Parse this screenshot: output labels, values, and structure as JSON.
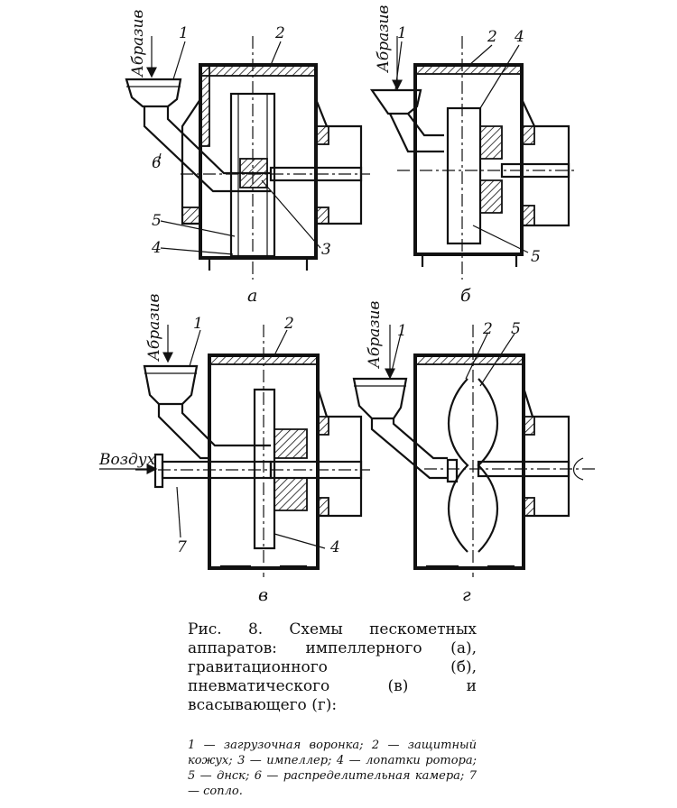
{
  "figure": {
    "panels": [
      {
        "id": "a",
        "letter": "а",
        "numbers": [
          "1",
          "2",
          "6",
          "5",
          "4",
          "3"
        ],
        "input_label": "Абразив"
      },
      {
        "id": "b",
        "letter": "б",
        "numbers": [
          "1",
          "2",
          "4",
          "5"
        ],
        "input_label": "Абразив"
      },
      {
        "id": "v",
        "letter": "в",
        "numbers": [
          "1",
          "2",
          "7",
          "4"
        ],
        "input_label": "Абразив",
        "air_label": "Воздух"
      },
      {
        "id": "g",
        "letter": "г",
        "numbers": [
          "1",
          "2",
          "5"
        ],
        "input_label": "Абразив"
      }
    ]
  },
  "caption": {
    "title": "Рис. 8. Схемы пескометных аппаратов: импеллерного (а), гравитационного (б), пневматического (в) и всасывающего (г):",
    "legend": "1 — загрузочная воронка; 2 — защитный кожух; 3 — импеллер; 4 — лопатки ротора; 5 — днск; 6 — распределительная камера; 7 — сопло."
  }
}
